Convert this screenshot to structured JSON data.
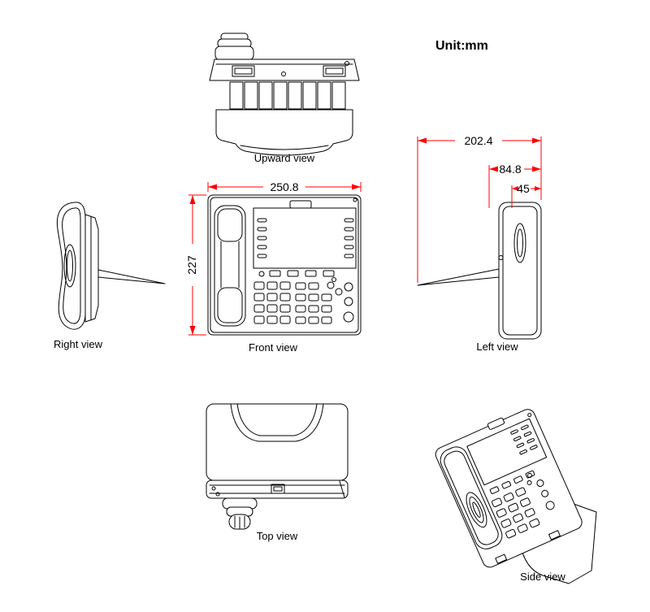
{
  "unit_label": "Unit:mm",
  "views": {
    "upward": "Upward view",
    "right": "Right view",
    "front": "Front view",
    "left": "Left view",
    "top": "Top view",
    "side": "Side view"
  },
  "dimensions": {
    "front_width": "250.8",
    "front_height": "227",
    "depth_total": "202.4",
    "depth_body": "84.8",
    "depth_display": "45"
  },
  "colors": {
    "outline": "#000000",
    "dimension_line": "#ff0000",
    "background": "#ffffff"
  }
}
